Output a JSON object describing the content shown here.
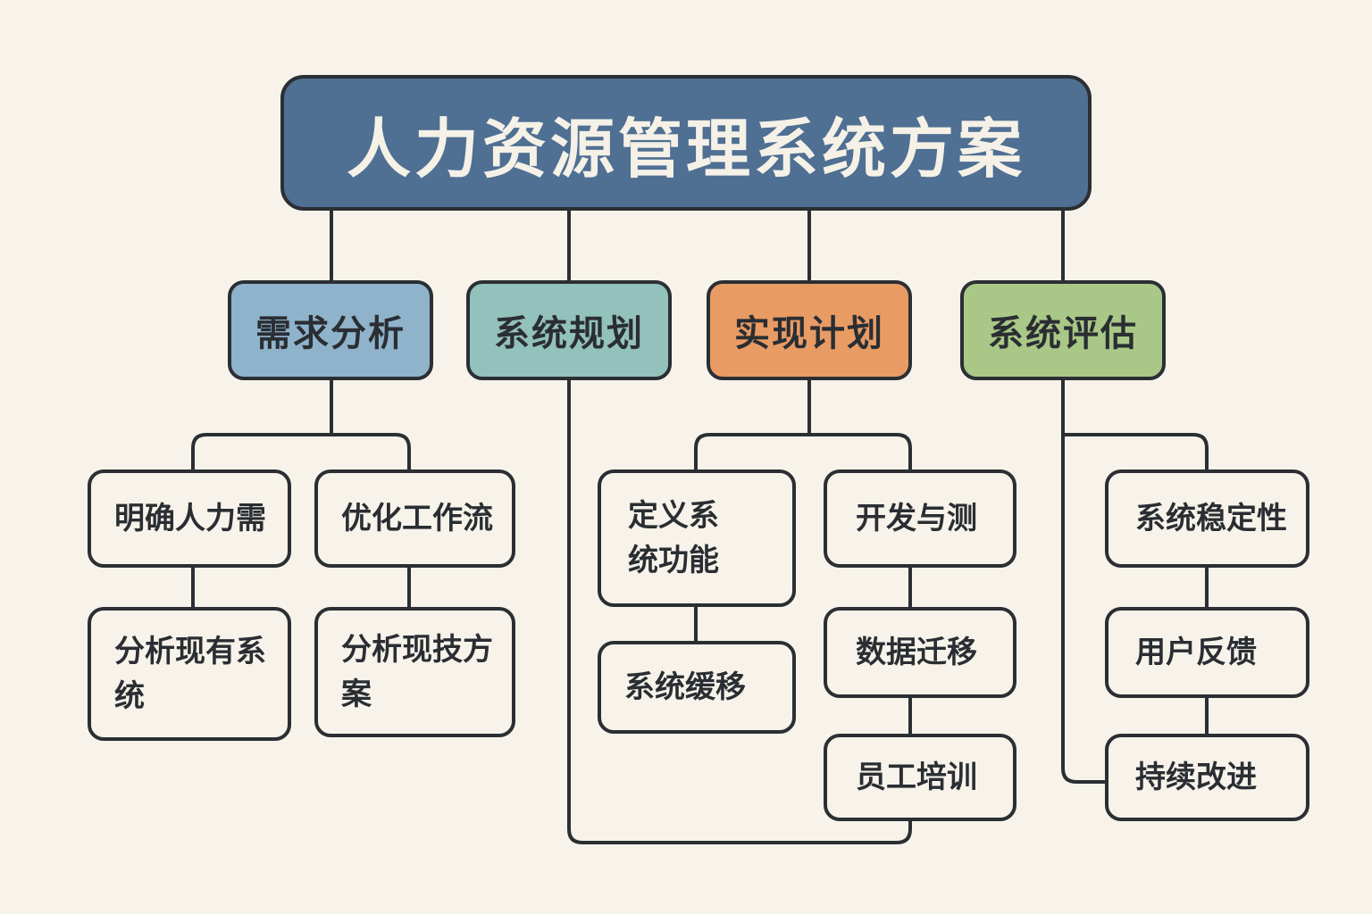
{
  "title": "人力资源管理系统方案",
  "colors": {
    "background": "#f7f3ea",
    "title_fill": "#4f6f93",
    "requirements_fill": "#8fb3cb",
    "planning_fill": "#93c1bb",
    "implementation_fill": "#e99b64",
    "evaluation_fill": "#a9c887",
    "outline": "#2b2f33"
  },
  "categories": {
    "requirements": {
      "label": "需求分析",
      "items": [
        "明确人力需",
        "优化工作流",
        "分析现有系统",
        "分析现技方案"
      ]
    },
    "planning": {
      "label": "系统规划"
    },
    "implementation": {
      "label": "实现计划",
      "items": [
        "定义系统功能",
        "系统缓移",
        "开发与测",
        "数据迁移",
        "员工培训"
      ]
    },
    "evaluation": {
      "label": "系统评估",
      "items": [
        "系统稳定性",
        "用户反馈",
        "持续改进"
      ]
    }
  }
}
